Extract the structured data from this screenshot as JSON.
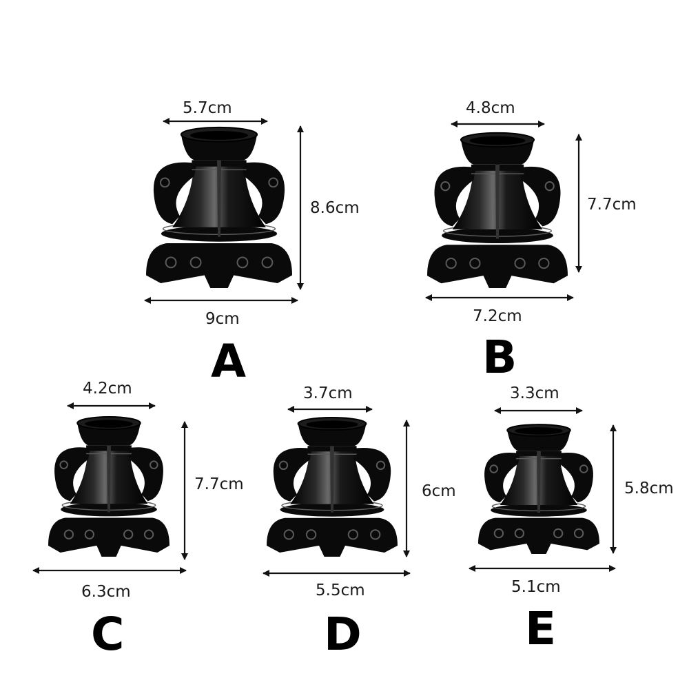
{
  "variants": [
    {
      "letter": "A",
      "top_width": "5.7cm",
      "height": "8.6cm",
      "base_width": "9cm"
    },
    {
      "letter": "B",
      "top_width": "4.8cm",
      "height": "7.7cm",
      "base_width": "7.2cm"
    },
    {
      "letter": "C",
      "top_width": "4.2cm",
      "height": "7.7cm",
      "base_width": "6.3cm"
    },
    {
      "letter": "D",
      "top_width": "3.7cm",
      "height": "6cm",
      "base_width": "5.5cm"
    },
    {
      "letter": "E",
      "top_width": "3.3cm",
      "height": "5.8cm",
      "base_width": "5.1cm"
    }
  ],
  "colors": {
    "product": "#0a0a0a",
    "highlight": "#5a5a5a",
    "arrow": "#111111",
    "background": "#ffffff"
  }
}
